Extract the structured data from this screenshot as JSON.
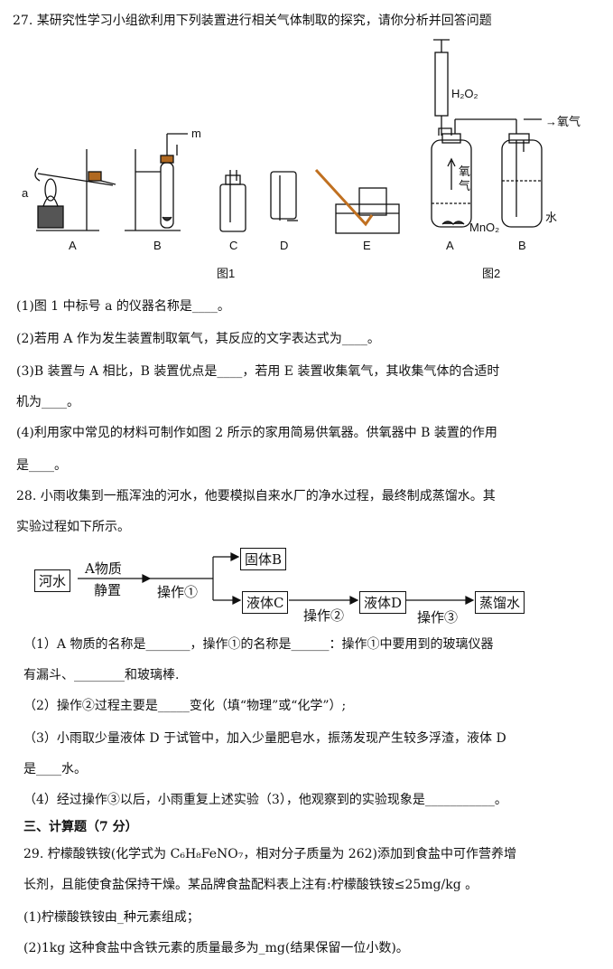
{
  "q27": {
    "title": "27. 某研究性学习小组欲利用下列装置进行相关气体制取的探究，请你分析并回答问题",
    "fig1": {
      "caption": "图1",
      "labels": [
        "A",
        "B",
        "C",
        "D",
        "E"
      ],
      "mark_a": "a",
      "mark_m": "m"
    },
    "fig2": {
      "caption": "图2",
      "labels": [
        "A",
        "B"
      ],
      "h2o2": "H₂O₂",
      "oxygen_out": "→氧气",
      "oxygen_inside": "氧气",
      "mno2": "MnO₂",
      "water": "水"
    },
    "items": [
      "(1)图 1 中标号 a 的仪器名称是____。",
      "(2)若用 A 作为发生装置制取氧气，其反应的文字表达式为____。",
      "(3)B 装置与 A 相比，B 装置优点是____，若用 E 装置收集氧气，其收集气体的合适时",
      "机为____。",
      "(4)利用家中常见的材料可制作如图 2 所示的家用简易供氧器。供氧器中 B 装置的作用",
      "是____。"
    ]
  },
  "q28": {
    "title_line1": "28. 小雨收集到一瓶浑浊的河水，他要模拟自来水厂的净水过程，最终制成蒸馏水。其",
    "title_line2": "实验过程如下所示。",
    "flow": {
      "river": "河水",
      "a_substance": "A物质",
      "settle": "静置",
      "op1": "操作①",
      "solid_b": "固体B",
      "liquid_c": "液体C",
      "op2": "操作②",
      "liquid_d": "液体D",
      "op3": "操作③",
      "distilled": "蒸馏水"
    },
    "items": [
      "（1）A 物质的名称是_______，操作①的名称是______：操作①中要用到的玻璃仪器",
      "有漏斗、________和玻璃棒.",
      "（2）操作②过程主要是_____变化（填“物理”或“化学”）;",
      "（3）小雨取少量液体 D 于试管中，加入少量肥皂水，振荡发现产生较多浮渣，液体 D",
      "是____水。",
      "（4）经过操作③以后，小雨重复上述实验（3），他观察到的实验现象是___________。"
    ]
  },
  "section3": {
    "heading": "三、计算题（7 分）",
    "q29_line1": "29. 柠檬酸铁铵(化学式为 C₆H₈FeNO₇，相对分子质量为 262)添加到食盐中可作营养增",
    "q29_line2": "长剂，且能使食盐保持干燥。某品牌食盐配料表上注有:柠檬酸铁铵≤25mg/kg 。",
    "q29_items": [
      "(1)柠檬酸铁铵由_种元素组成；",
      "(2)1kg 这种食盐中含铁元素的质量最多为_mg(结果保留一位小数)。"
    ]
  }
}
